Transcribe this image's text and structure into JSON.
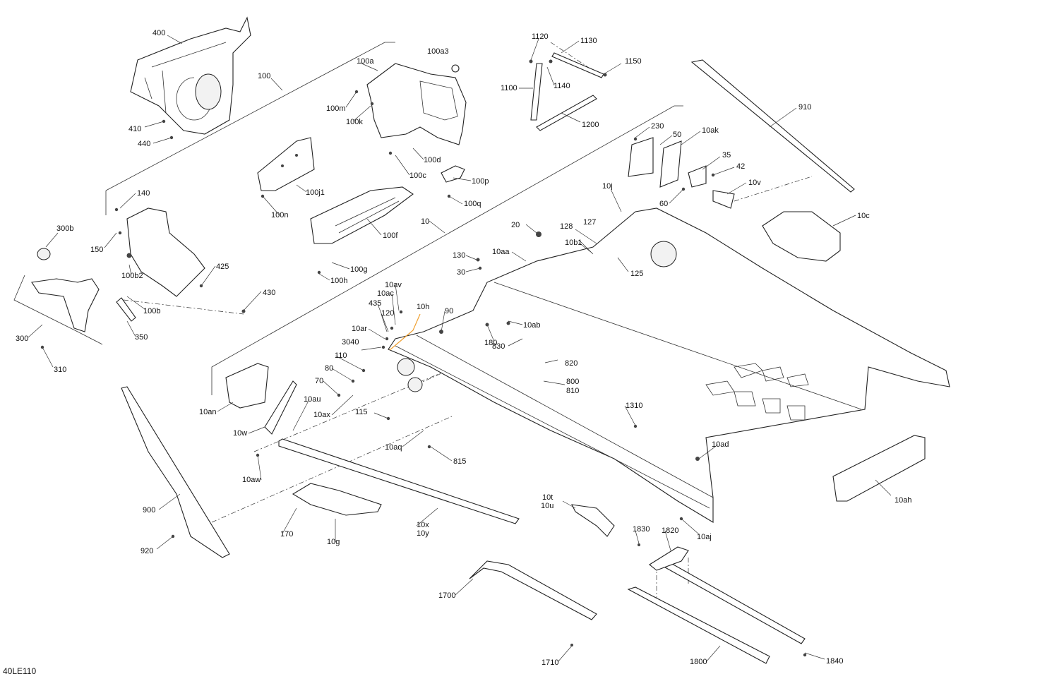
{
  "figure_code": "40LE110",
  "accent_color": "#f0a030",
  "labels": {
    "l400": "400",
    "l100": "100",
    "l100a": "100a",
    "l100a3": "100a3",
    "l100m": "100m",
    "l100k": "100k",
    "l100d": "100d",
    "l100c": "100c",
    "l100p": "100p",
    "l100q": "100q",
    "l100j1": "100j1",
    "l100n": "100n",
    "l100f": "100f",
    "l100g": "100g",
    "l100h": "100h",
    "l410": "410",
    "l440": "440",
    "l1120": "1120",
    "l1130": "1130",
    "l1150": "1150",
    "l1100": "1100",
    "l1140": "1140",
    "l1200": "1200",
    "l910": "910",
    "l230": "230",
    "l50": "50",
    "l10ak": "10ak",
    "l35": "35",
    "l42": "42",
    "l10v": "10v",
    "l60": "60",
    "l10j": "10j",
    "l10c": "10c",
    "l140": "140",
    "l300b": "300b",
    "l150": "150",
    "l100b2": "100b2",
    "l425": "425",
    "l430": "430",
    "l100b": "100b",
    "l300": "300",
    "l350": "350",
    "l310": "310",
    "l10": "10",
    "l20": "20",
    "l128": "128",
    "l127": "127",
    "l10b1": "10b1",
    "l125": "125",
    "l130": "130",
    "l10aa": "10aa",
    "l30": "30",
    "l10av": "10av",
    "l10ac": "10ac",
    "l435": "435",
    "l10h": "10h",
    "l120": "120",
    "l90": "90",
    "l10ar": "10ar",
    "l180": "180",
    "l10ab": "10ab",
    "l830": "830",
    "l3040": "3040",
    "l110": "110",
    "l820": "820",
    "l80": "80",
    "l800": "800",
    "l810": "810",
    "l70": "70",
    "l10an": "10an",
    "l10au": "10au",
    "l10ax": "10ax",
    "l115": "115",
    "l1310": "1310",
    "l10w": "10w",
    "l10aq": "10aq",
    "l815": "815",
    "l10ad": "10ad",
    "l10aw": "10aw",
    "l10ah": "10ah",
    "l900": "900",
    "l10t": "10t",
    "l10u": "10u",
    "l170": "170",
    "l10g": "10g",
    "l10x": "10x",
    "l10y": "10y",
    "l1830": "1830",
    "l1820": "1820",
    "l10aj": "10aj",
    "l920": "920",
    "l1700": "1700",
    "l1710": "1710",
    "l1800": "1800",
    "l1840": "1840"
  }
}
